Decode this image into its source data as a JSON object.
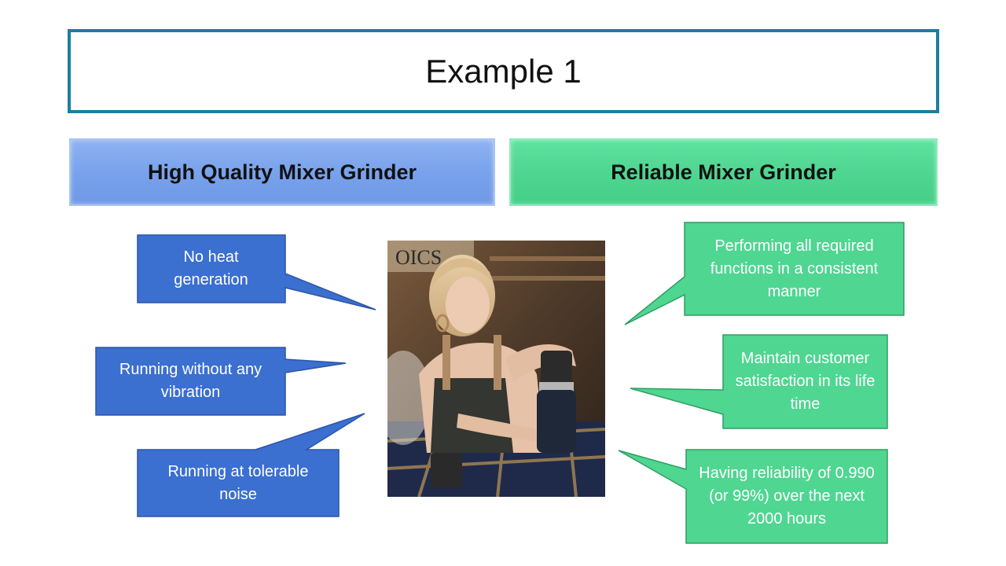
{
  "slide": {
    "title": "Example 1"
  },
  "headers": {
    "quality": "High Quality Mixer Grinder",
    "reliable": "Reliable Mixer Grinder"
  },
  "quality_points": [
    "No heat generation",
    "Running without any vibration",
    "Running at tolerable noise"
  ],
  "reliability_points": [
    "Performing all required functions in a consistent manner",
    "Maintain customer satisfaction in its life time",
    "Having reliability of 0.990 (or 99%) over the next 2000 hours"
  ],
  "colors": {
    "title_border": "#1a7ea1",
    "quality_accent": "#3b6fd0",
    "reliable_accent": "#4fd691"
  }
}
